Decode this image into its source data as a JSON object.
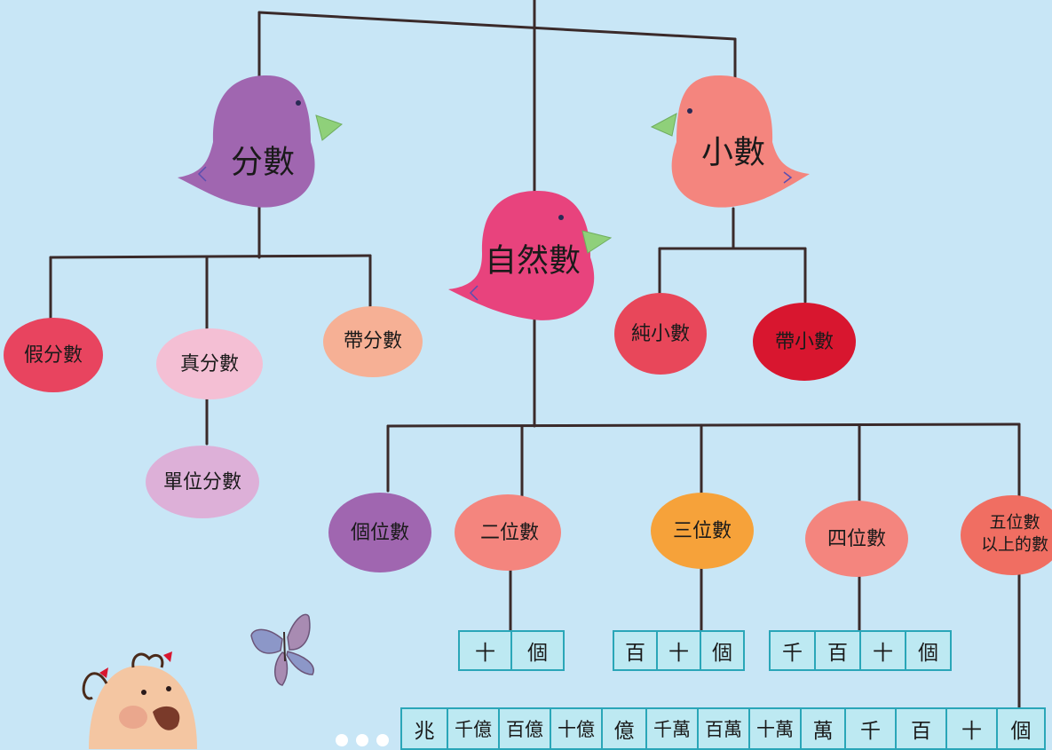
{
  "colors": {
    "background": "#c8e6f6",
    "line": "#3a2a2a",
    "fraction_bird": "#a066b0",
    "natural_bird": "#e8437d",
    "decimal_bird": "#f4857e",
    "beak": "#8fd07a",
    "digit_border": "#2aa6b8",
    "digit_fill": "#bde9f2"
  },
  "birds": {
    "fraction": "分數",
    "natural": "自然數",
    "decimal": "小數"
  },
  "fraction_types": {
    "improper": "假分數",
    "proper": "真分數",
    "mixed": "帶分數",
    "unit": "單位分數"
  },
  "decimal_types": {
    "pure": "純小數",
    "mixed": "帶小數"
  },
  "natural_types": {
    "one_digit": "個位數",
    "two_digit": "二位數",
    "three_digit": "三位數",
    "four_digit": "四位數",
    "five_plus_line1": "五位數",
    "five_plus_line2": "以上的數"
  },
  "place_values": {
    "two_digit": [
      "十",
      "個"
    ],
    "three_digit": [
      "百",
      "十",
      "個"
    ],
    "four_digit": [
      "千",
      "百",
      "十",
      "個"
    ],
    "five_plus": [
      "兆",
      "千億",
      "百億",
      "十億",
      "億",
      "千萬",
      "百萬",
      "十萬",
      "萬",
      "千",
      "百",
      "十",
      "個"
    ]
  }
}
